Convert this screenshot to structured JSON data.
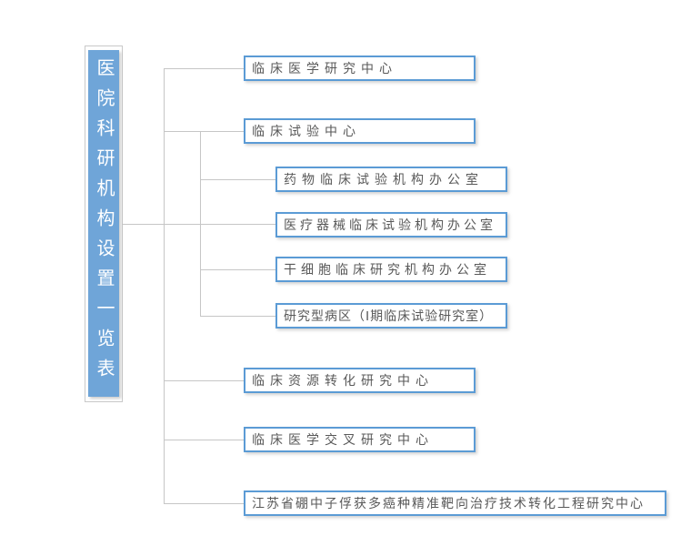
{
  "diagram": {
    "title": "医院科研机构设置一览表",
    "colors": {
      "title_fill": "#6FA5D8",
      "title_text": "#FFFFFF",
      "node_border": "#5B9BD5",
      "node_text": "#595959",
      "connector": "#C6C6C6"
    },
    "nodes": [
      {
        "label": "临床医学研究中心"
      },
      {
        "label": "临床试验中心",
        "children": [
          {
            "label": "药物临床试验机构办公室"
          },
          {
            "label": "医疗器械临床试验机构办公室"
          },
          {
            "label": "干细胞临床研究机构办公室"
          },
          {
            "label": "研究型病区（Ⅰ期临床试验研究室）"
          }
        ]
      },
      {
        "label": "临床资源转化研究中心"
      },
      {
        "label": "临床医学交叉研究中心"
      },
      {
        "label": "江苏省硼中子俘获多癌种精准靶向治疗技术转化工程研究中心"
      }
    ]
  }
}
